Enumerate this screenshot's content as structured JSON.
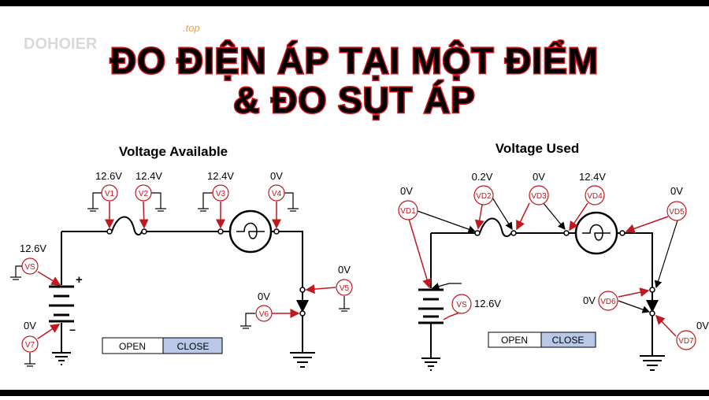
{
  "title": {
    "line1": "ĐO ĐIỆN ÁP TẠI MỘT ĐIỂM",
    "line2": "& ĐO SỤT ÁP",
    "watermark": "DOHOIER",
    "watermark_suffix": ".top"
  },
  "left": {
    "heading": "Voltage Available",
    "meters": {
      "v1": {
        "label": "V1",
        "value": "12.6V"
      },
      "v2": {
        "label": "V2",
        "value": "12.4V"
      },
      "v3": {
        "label": "V3",
        "value": "12.4V"
      },
      "v4": {
        "label": "V4",
        "value": "0V"
      },
      "v5": {
        "label": "V5",
        "value": "0V"
      },
      "v6": {
        "label": "V6",
        "value": "0V"
      },
      "v7": {
        "label": "V7",
        "value": "0V"
      },
      "vs": {
        "label": "VS",
        "value": "12.6V"
      }
    },
    "battery_plus": "+",
    "battery_minus": "−",
    "switch": {
      "open": "OPEN",
      "close": "CLOSE"
    }
  },
  "right": {
    "heading": "Voltage Used",
    "meters": {
      "vd1": {
        "label": "VD1",
        "value": "0V"
      },
      "vd2": {
        "label": "VD2",
        "value": "0.2V"
      },
      "vd3": {
        "label": "VD3",
        "value": "0V"
      },
      "vd4": {
        "label": "VD4",
        "value": "12.4V"
      },
      "vd5": {
        "label": "VD5",
        "value": "0V"
      },
      "vd6": {
        "label": "VD6",
        "value": "0V"
      },
      "vd7": {
        "label": "VD7",
        "value": "0V"
      },
      "vs": {
        "label": "VS",
        "value": "12.6V"
      }
    },
    "switch": {
      "open": "OPEN",
      "close": "CLOSE"
    }
  },
  "colors": {
    "title_fill": "#000000",
    "title_outline": "#d0141a",
    "meter": "#c0181e",
    "wire": "#000000",
    "switch_close_bg": "#b8c8e6",
    "watermark": "#f0a040"
  }
}
